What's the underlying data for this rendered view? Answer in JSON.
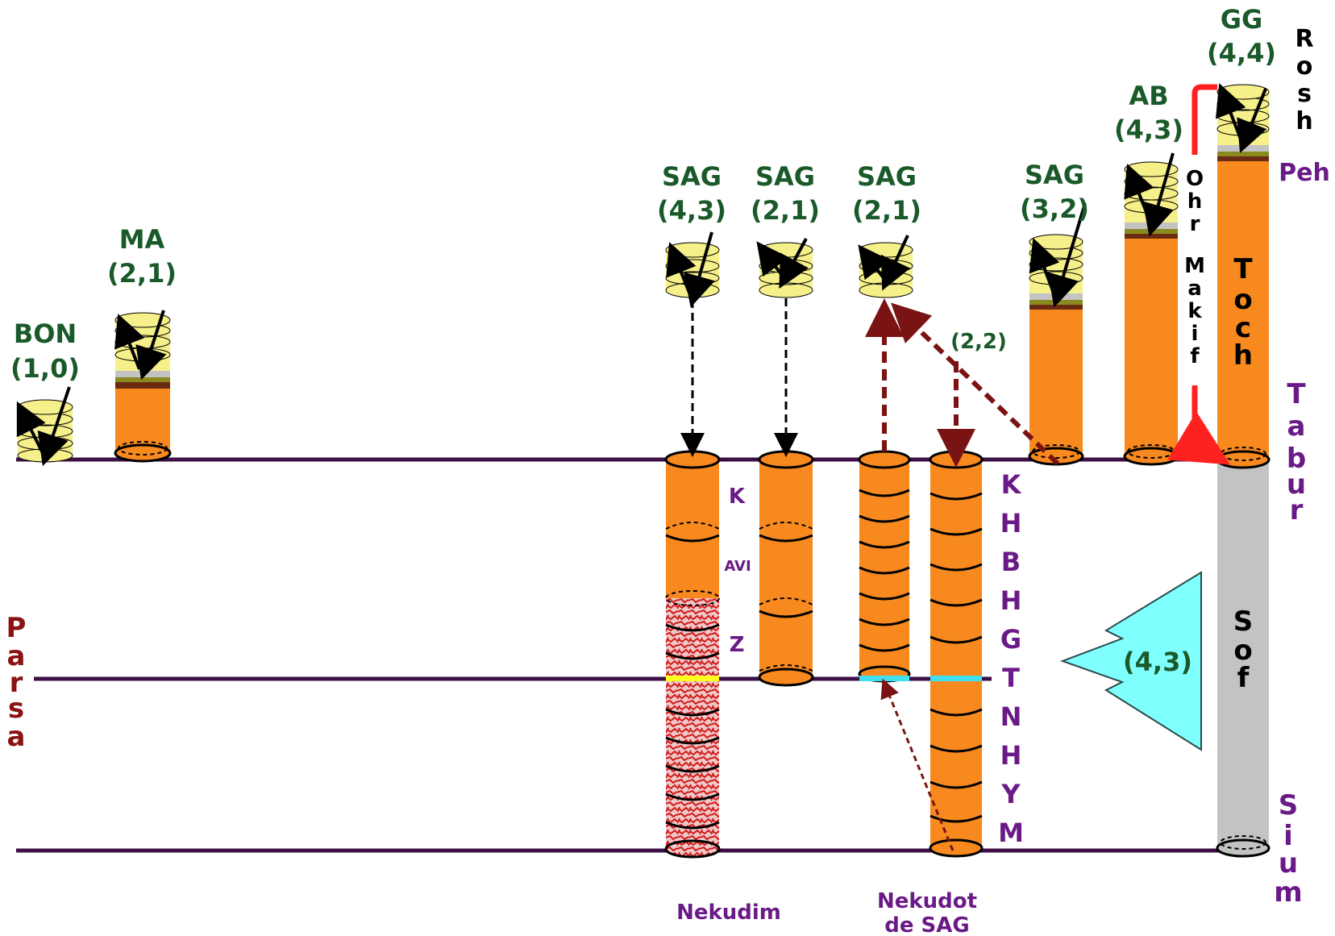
{
  "labels": {
    "bon": "BON",
    "bon_val": "(1,0)",
    "ma": "MA",
    "ma_val": "(2,1)",
    "sag1": "SAG",
    "sag1_val": "(4,3)",
    "sag2": "SAG",
    "sag2_val": "(2,1)",
    "sag3": "SAG",
    "sag3_val": "(2,1)",
    "sag4": "SAG",
    "sag4_val": "(3,2)",
    "ab": "AB",
    "ab_val": "(4,3)",
    "gg": "GG",
    "gg_val": "(4,4)",
    "peh": "Peh",
    "rosh": [
      "R",
      "o",
      "s",
      "h"
    ],
    "tabur": [
      "T",
      "a",
      "b",
      "u",
      "r"
    ],
    "sium": [
      "S",
      "i",
      "u",
      "m"
    ],
    "parsa": [
      "P",
      "a",
      "r",
      "s",
      "a"
    ],
    "toch": [
      "T",
      "o",
      "c",
      "h"
    ],
    "sof": [
      "S",
      "o",
      "f"
    ],
    "ohr": [
      "O",
      "h",
      "r"
    ],
    "makif": [
      "M",
      "a",
      "k",
      "i",
      "f"
    ],
    "val_22": "(2,2)",
    "val_43": "(4,3)",
    "k": "K",
    "avi": "AVI",
    "z": "Z",
    "sefirot": [
      "K",
      "H",
      "B",
      "H",
      "G",
      "T",
      "N",
      "H",
      "Y",
      "M"
    ],
    "nekudim": "Nekudim",
    "nekudot_1": "Nekudot",
    "nekudot_2": "de SAG"
  },
  "colors": {
    "orange": "#f7891f",
    "yellow": "#f5f08a",
    "grey": "#c3c3c3",
    "line": "#3c0f46",
    "arrow_dark": "#7a1414",
    "red": "#ff2020",
    "cyan": "#80ffff",
    "green_text": "#1a5a2a",
    "purple_text": "#6a1a86"
  }
}
